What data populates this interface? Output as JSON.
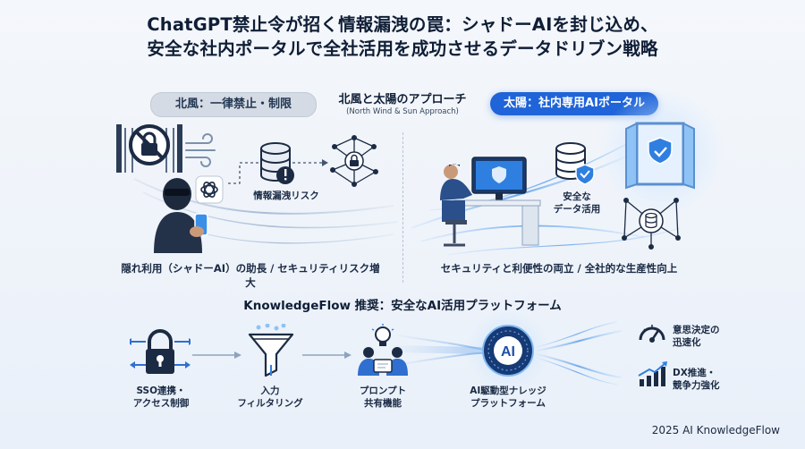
{
  "title": {
    "line1": "ChatGPT禁止令が招く情報漏洩の罠：シャドーAIを封じ込め、",
    "line2": "安全な社内ポータルで全社活用を成功させるデータドリブン戦略"
  },
  "approach": {
    "title": "北風と太陽のアプローチ",
    "subtitle": "(North Wind & Sun Approach)"
  },
  "north": {
    "label": "北風：一律禁止・制限",
    "risk_label": "情報漏洩リスク",
    "caption": "隠れ利用（シャドーAI）の助長 / セキュリティリスク増大"
  },
  "sun": {
    "label": "太陽：社内専用AIポータル",
    "data_label_1": "安全な",
    "data_label_2": "データ活用",
    "caption": "セキュリティと利便性の両立 / 全社的な生産性向上"
  },
  "platform": {
    "title": "KnowledgeFlow 推奨：安全なAI活用プラットフォーム",
    "steps": [
      {
        "line1": "SSO連携・",
        "line2": "アクセス制御",
        "icon": "lock-icon"
      },
      {
        "line1": "入力",
        "line2": "フィルタリング",
        "icon": "funnel-icon"
      },
      {
        "line1": "プロンプト",
        "line2": "共有機能",
        "icon": "team-idea-icon"
      },
      {
        "line1": "AI駆動型ナレッジ",
        "line2": "プラットフォーム",
        "icon": "ai-core-icon"
      }
    ],
    "outcomes": [
      {
        "line1": "意思決定の",
        "line2": "迅速化",
        "icon": "speed-gauge-icon"
      },
      {
        "line1": "DX推進・",
        "line2": "競争力強化",
        "icon": "growth-chart-icon"
      }
    ],
    "ai_text": "AI"
  },
  "footer": "2025 AI KnowledgeFlow",
  "colors": {
    "accent": "#1f64d8",
    "navy": "#1c3256",
    "light_blue": "#8fc2f5"
  }
}
